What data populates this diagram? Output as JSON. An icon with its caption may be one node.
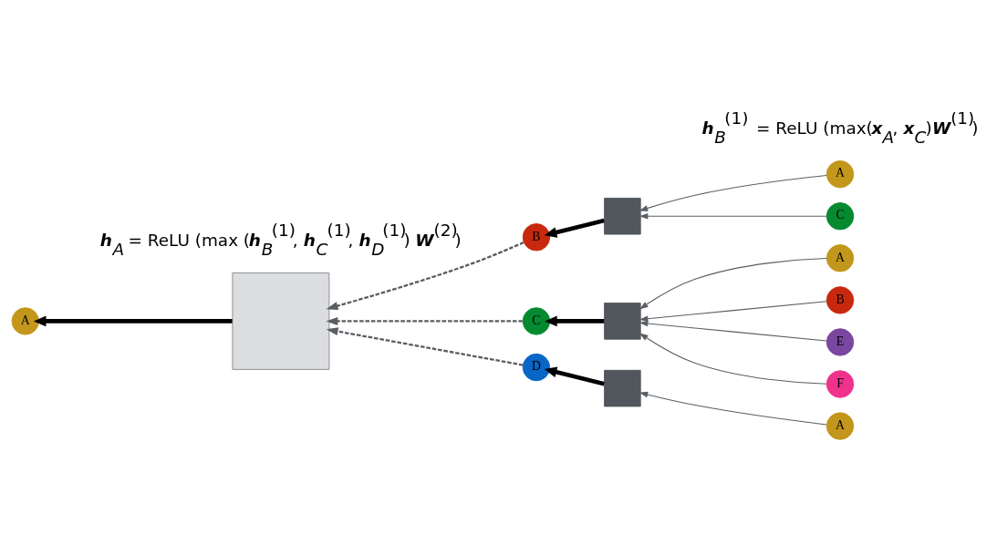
{
  "diagram": {
    "nodes": [
      {
        "text": [
          "A"
        ]
      },
      {
        "text": [],
        "shape": "box"
      },
      {
        "text": [
          "B"
        ]
      },
      {
        "text": [],
        "shape": "box"
      },
      {
        "text": [
          "A"
        ]
      },
      {
        "text": [
          "C"
        ]
      },
      {
        "text": [
          "C"
        ]
      },
      {
        "text": [],
        "shape": "box"
      },
      {
        "text": [
          "A"
        ]
      },
      {
        "text": [
          "B"
        ]
      },
      {
        "text": [
          "E"
        ]
      },
      {
        "text": [
          "F"
        ]
      },
      {
        "text": [
          "D"
        ]
      },
      {
        "text": [],
        "shape": "box"
      },
      {
        "text": [
          "A"
        ]
      }
    ],
    "edges": [
      {
        "from": 1,
        "to": 0,
        "arrow": "to",
        "style": "thick",
        "color": "#000000"
      },
      {
        "from": 2,
        "to": 1,
        "arrow": "to",
        "style": "dashed"
      },
      {
        "from": 6,
        "to": 1,
        "arrow": "to",
        "style": "dashed"
      },
      {
        "from": 12,
        "to": 1,
        "arrow": "to",
        "style": "dashed"
      },
      {
        "from": 3,
        "to": 2,
        "arrow": "to",
        "style": "thick",
        "color": "#000000"
      },
      {
        "from": 4,
        "to": 3,
        "arrow": "to"
      },
      {
        "from": 5,
        "to": 3,
        "arrow": "to"
      },
      {
        "from": 7,
        "to": 6,
        "arrow": "to",
        "style": "thick",
        "color": "#000000"
      },
      {
        "from": 8,
        "to": 7,
        "arrow": "to"
      },
      {
        "from": 9,
        "to": 7,
        "arrow": "to"
      },
      {
        "from": 10,
        "to": 7,
        "arrow": "to"
      },
      {
        "from": 11,
        "to": 7,
        "arrow": "to"
      },
      {
        "from": 13,
        "to": 12,
        "arrow": "to",
        "style": "thick",
        "color": "#000000"
      },
      {
        "from": 14,
        "to": 13,
        "arrow": "to"
      }
    ],
    "labels": [
      "**h**$_{B}$$^{(1)}$ = ReLU (max(**x**$_{A}$, **x**$_{C}$)**W**$^{(1)}$)",
      "**h**$_{A}$ = ReLU (max (**h**$_{B}$$^{(1)}$, **h**$_{C}$$^{(1)}$, **h**$_{D}$$^{(1)}$) **W**$^{(2)}$)"
    ]
  }
}
